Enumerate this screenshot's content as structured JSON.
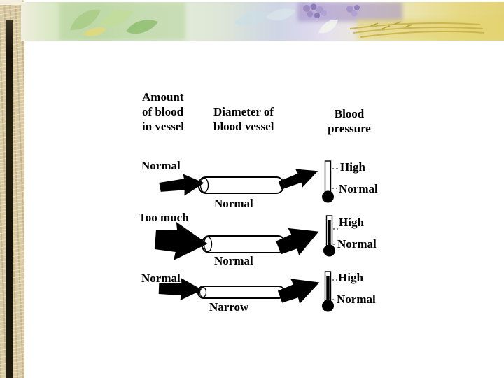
{
  "slide": {
    "background": "#ffffff",
    "left_border_color": "#d9caa2",
    "dark_strip_color": "#1b170c",
    "banner_palette": [
      "#cfe2bd",
      "#dbd8ec",
      "#e6d985",
      "#9d8cc2"
    ]
  },
  "diagram": {
    "headers": {
      "amount": "Amount\nof blood\nin vessel",
      "diameter": "Diameter of\nblood vessel",
      "pressure": "Blood\npressure"
    },
    "rows": [
      {
        "amount_label": "Normal",
        "vessel_label": "Normal",
        "gauge_high_label": "High",
        "gauge_normal_label": "Normal",
        "pressure_reading": "normal"
      },
      {
        "amount_label": "Too much",
        "vessel_label": "Normal",
        "gauge_high_label": "High",
        "gauge_normal_label": "Normal",
        "pressure_reading": "high"
      },
      {
        "amount_label": "Normal",
        "vessel_label": "Narrow",
        "gauge_high_label": "High",
        "gauge_normal_label": "Normal",
        "pressure_reading": "high"
      }
    ],
    "icons": {
      "flow_arrow": "black-flow-arrow-icon",
      "gauge": "thermometer-gauge-icon"
    },
    "colors": {
      "text": "#000000",
      "arrow": "#000000",
      "vessel_fill": "#ffffff",
      "vessel_stroke": "#000000"
    }
  }
}
